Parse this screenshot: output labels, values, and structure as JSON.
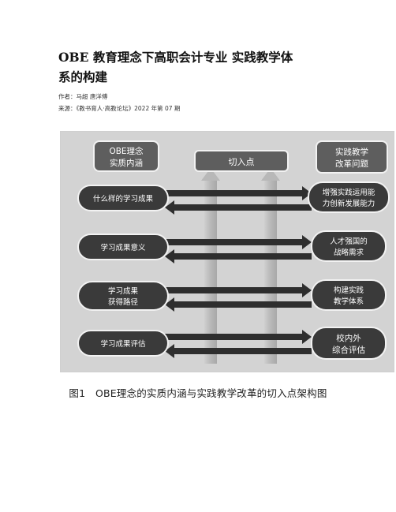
{
  "article": {
    "title_line1": "OBE 教育理念下高职会计专业 实践教学体",
    "title_line2": "系的构建",
    "authors_label": "作者：",
    "authors": "马超 唐洋傅",
    "source_label": "来源：",
    "source": "《教书育人·高教论坛》2022 年第 07 期"
  },
  "figure": {
    "header_left_line1": "OBE理念",
    "header_left_line2": "实质内涵",
    "header_center": "切入点",
    "header_right_line1": "实践教学",
    "header_right_line2": "改革问题",
    "rows": [
      {
        "left": [
          "什么样的学习成果"
        ],
        "right": [
          "增强实践运用能",
          "力创新发展能力"
        ]
      },
      {
        "left": [
          "学习成果意义"
        ],
        "right": [
          "人才强国的",
          "战略需求"
        ]
      },
      {
        "left": [
          "学习成果",
          "获得路径"
        ],
        "right": [
          "构建实践",
          "教学体系"
        ]
      },
      {
        "left": [
          "学习成果评估"
        ],
        "right": [
          "校内外",
          "综合评估"
        ]
      }
    ],
    "caption": "图1　OBE理念的实质内涵与实践教学改革的切入点架构图"
  },
  "colors": {
    "figure_bg": "#d3d3d3",
    "box_fill": "#3a3a3a",
    "header_fill": "#5e5e5e",
    "arrow_fill": "#2e2e2e",
    "column_fill": "#bdbdbd"
  }
}
